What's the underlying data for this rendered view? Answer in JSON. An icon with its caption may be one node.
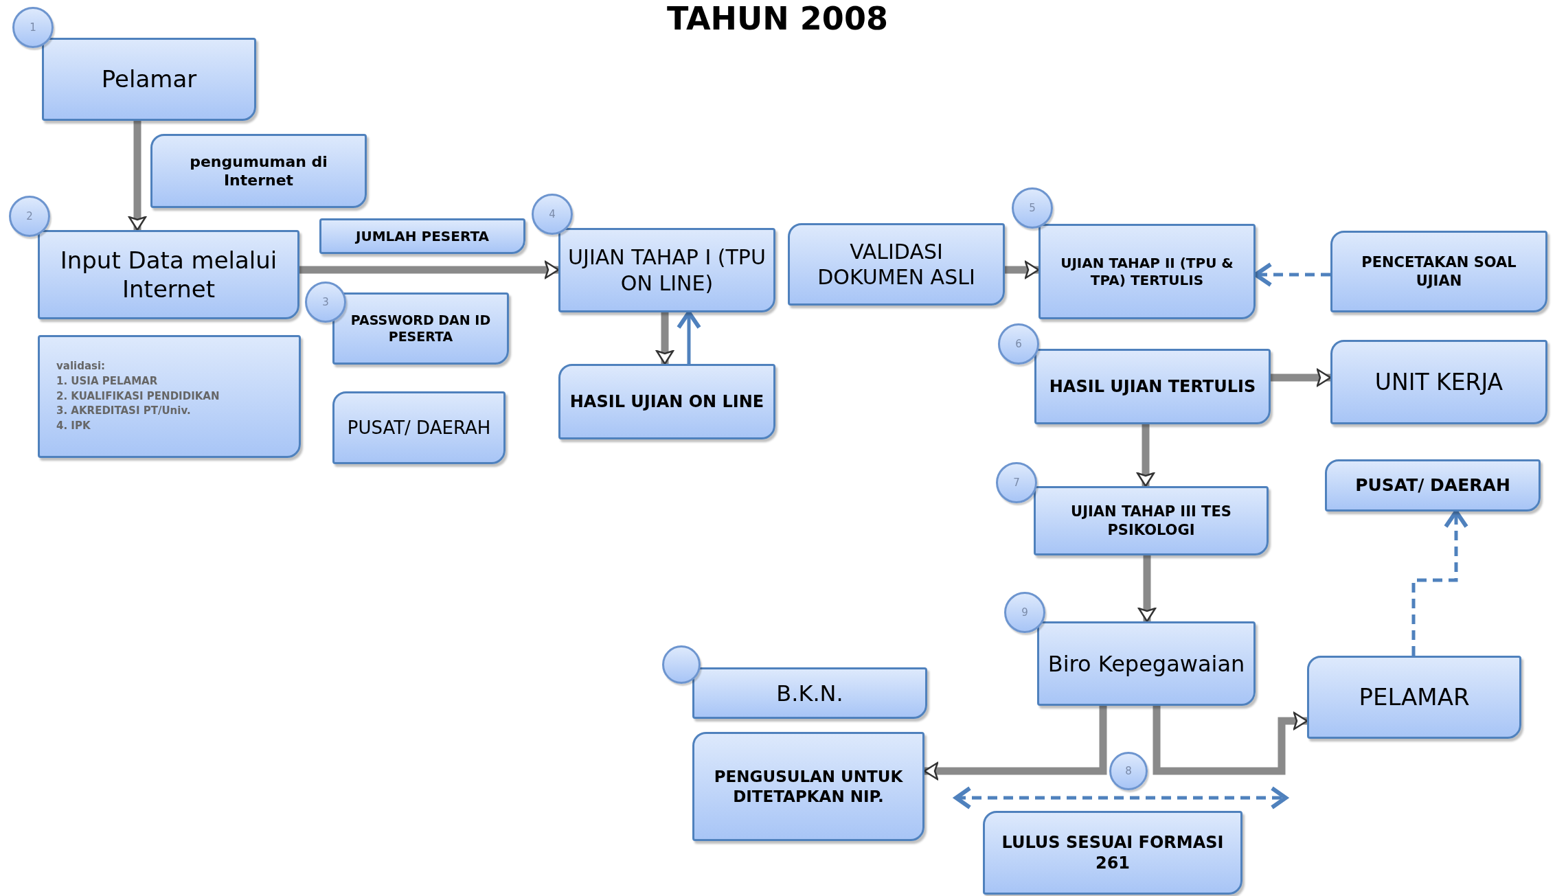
{
  "diagram": {
    "title": "TAHUN 2008",
    "nodes": [
      {
        "text": [
          "1"
        ]
      },
      {
        "text": [
          "Pelamar"
        ]
      },
      {
        "text": [
          "pengumuman di Internet"
        ]
      },
      {
        "text": [
          "2"
        ]
      },
      {
        "text": [
          "Input Data melalui Internet"
        ]
      },
      {
        "text": [
          "JUMLAH PESERTA"
        ]
      },
      {
        "text": [
          "4"
        ]
      },
      {
        "text": [
          "UJIAN TAHAP I (TPU ON LINE)"
        ]
      },
      {
        "text": [
          "VALIDASI DOKUMEN ASLI"
        ]
      },
      {
        "text": [
          "5"
        ]
      },
      {
        "text": [
          "UJIAN TAHAP II (TPU & TPA) TERTULIS"
        ]
      },
      {
        "text": [
          "PENCETAKAN SOAL UJIAN"
        ]
      },
      {
        "text": [
          "3"
        ]
      },
      {
        "text": [
          "PASSWORD DAN ID PESERTA"
        ]
      },
      {
        "text": [
          "6"
        ]
      },
      {
        "text": [
          "HASIL UJIAN TERTULIS"
        ]
      },
      {
        "text": [
          "UNIT KERJA"
        ]
      },
      {
        "text": [
          "validasi:",
          "1. USIA PELAMAR",
          "2. KUALIFIKASI PENDIDIKAN",
          "3. AKREDITASI PT/Univ.",
          "4. IPK"
        ]
      },
      {
        "text": [
          "PUSAT/ DAERAH"
        ]
      },
      {
        "text": [
          "HASIL UJIAN ON LINE"
        ]
      },
      {
        "text": [
          "7"
        ]
      },
      {
        "text": [
          "UJIAN TAHAP III TES PSIKOLOGI"
        ]
      },
      {
        "text": [
          "PUSAT/ DAERAH"
        ]
      },
      {
        "text": [
          "9"
        ]
      },
      {
        "text": [
          "Biro Kepegawaian"
        ]
      },
      {
        "text": [],
        "shape": "circle"
      },
      {
        "text": [
          "B.K.N."
        ]
      },
      {
        "text": [
          "PELAMAR"
        ]
      },
      {
        "text": [
          "PENGUSULAN UNTUK DITETAPKAN NIP."
        ]
      },
      {
        "text": [
          "8"
        ]
      },
      {
        "text": [
          "LULUS SESUAI FORMASI 261"
        ]
      }
    ],
    "edges": [
      {
        "from": 1,
        "to": 4,
        "arrow": "to"
      },
      {
        "from": 4,
        "to": 7,
        "arrow": "to"
      },
      {
        "from": 7,
        "to": 19,
        "arrow": "to"
      },
      {
        "from": 19,
        "to": 7,
        "arrow": "to",
        "color": "#4f81bd"
      },
      {
        "from": 8,
        "to": 10,
        "arrow": "to"
      },
      {
        "from": 11,
        "to": 10,
        "arrow": "to",
        "style": "dashed",
        "color": "#4f81bd"
      },
      {
        "from": 15,
        "to": 16,
        "arrow": "to"
      },
      {
        "from": 15,
        "to": 21,
        "arrow": "to"
      },
      {
        "from": 21,
        "to": 24,
        "arrow": "to"
      },
      {
        "from": 24,
        "to": 28,
        "arrow": "to"
      },
      {
        "from": 24,
        "to": 27,
        "arrow": "to"
      },
      {
        "from": 27,
        "to": 22,
        "arrow": "to",
        "style": "dashed",
        "color": "#4f81bd"
      }
    ]
  }
}
